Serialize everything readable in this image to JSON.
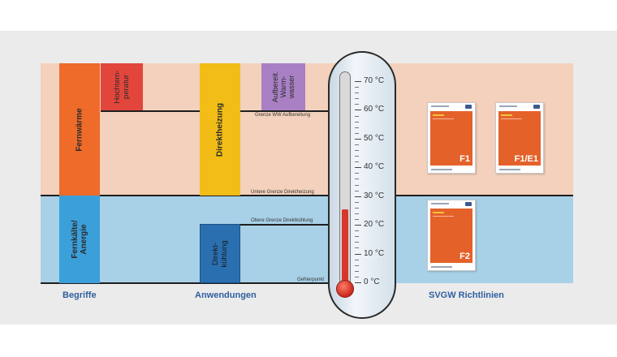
{
  "colors": {
    "warm_band": "#f3d1bc",
    "cold_band": "#a8d1e8",
    "fernwaerme": "#ee6b2a",
    "hochtemperatur": "#e2453c",
    "direktheizung": "#f1bd16",
    "aufbereitung": "#a880c3",
    "fernkaelte": "#3b9fd9",
    "direktkuehlung": "#2a6fb0",
    "mercury": "#d7372b",
    "label_blue": "#2e5f9f"
  },
  "categories": {
    "fernwaerme": "Fernwärme",
    "hochtemperatur": "Hochtem-\nperatur",
    "direktheizung": "Direktheizung",
    "aufbereitung": "Aufbereit.\nWarm-\nwasser",
    "fernkaelte": "Fernkälte/\nAnergie",
    "direktkuehlung": "Direkt-\nkühlung"
  },
  "line_labels": {
    "l60": "Grenze WW Aufbereitung",
    "l30": "Untere Grenze Direktheizung",
    "l20": "Obere Grenze Direktkühlung",
    "l0": "Gefrierpunkt"
  },
  "thermometer": {
    "ticks": [
      "70 °C",
      "60 °C",
      "50 °C",
      "40 °C",
      "30 °C",
      "20 °C",
      "10 °C",
      "0 °C"
    ],
    "mercury_level_c": 25,
    "max_c": 70
  },
  "documents": {
    "d1": "F1",
    "d2": "F1/E1",
    "d3": "F2"
  },
  "footer": {
    "begriffe": "Begriffe",
    "anwendungen": "Anwendungen",
    "richtlinien": "SVGW Richtlinien"
  }
}
